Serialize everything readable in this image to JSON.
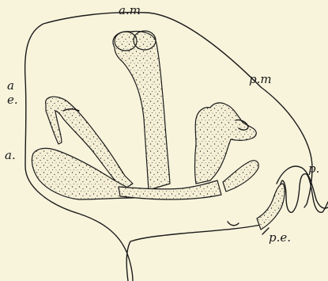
{
  "figure": {
    "background": "#f8f4dc",
    "ink": "#1a1a1a",
    "labels": {
      "am": "a.m",
      "pm": "p.m",
      "ae_a": "a",
      "ae_e": "e.",
      "a": "a.",
      "p": "p.",
      "pe": "p.e."
    }
  }
}
